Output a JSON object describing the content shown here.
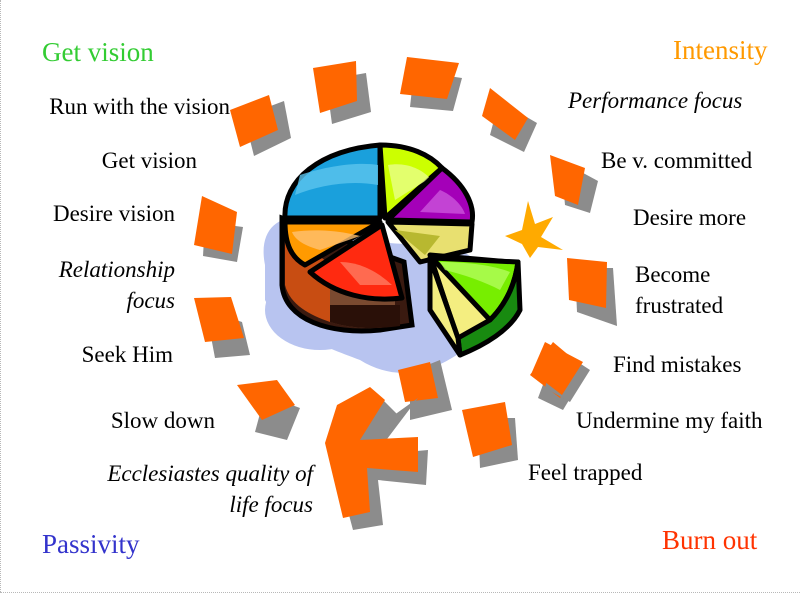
{
  "quadrants": {
    "top_left": {
      "label": "Get vision",
      "color": "#33cc33"
    },
    "top_right": {
      "label": "Intensity",
      "color": "#ff9900"
    },
    "bottom_left": {
      "label": "Passivity",
      "color": "#3333cc"
    },
    "bottom_right": {
      "label": "Burn out",
      "color": "#ff3300"
    }
  },
  "left_labels": [
    {
      "text": "Run with the vision",
      "italic": false
    },
    {
      "text": "Get vision",
      "italic": false
    },
    {
      "text": "Desire vision",
      "italic": false
    },
    {
      "text": "Relationship focus",
      "italic": true,
      "lines": [
        "Relationship",
        "focus"
      ]
    },
    {
      "text": "Seek Him",
      "italic": false
    },
    {
      "text": "Slow down",
      "italic": false
    },
    {
      "text": "Ecclesiastes quality of life focus",
      "italic": true,
      "lines": [
        "Ecclesiastes quality of",
        "life focus"
      ]
    }
  ],
  "right_labels": [
    {
      "text": "Performance focus",
      "italic": true
    },
    {
      "text": "Be v. committed",
      "italic": false
    },
    {
      "text": "Desire more",
      "italic": false
    },
    {
      "text": "Become frustrated",
      "italic": false,
      "lines": [
        "Become",
        "frustrated"
      ]
    },
    {
      "text": "Find mistakes",
      "italic": false
    },
    {
      "text": "Undermine my faith",
      "italic": false
    },
    {
      "text": "Feel trapped",
      "italic": false
    }
  ],
  "colors": {
    "arrow_segment": "#ff6600",
    "arrow_shadow": "#8c8c8c",
    "burst": "#ffaa00",
    "pie_shadow": "#b8c4f0"
  },
  "graphics": {
    "center_icon": "pie-chart-3d-icon",
    "cycle": "circular-arrow-segments",
    "accent": "burst-icon"
  }
}
